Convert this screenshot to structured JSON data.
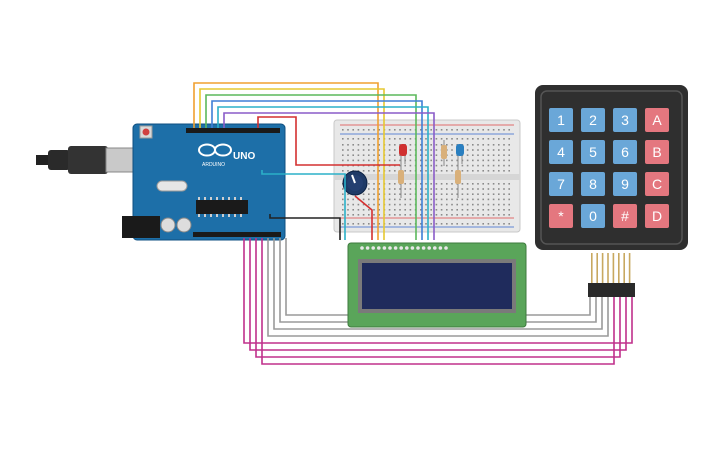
{
  "arduino": {
    "brand": "ARDUINO",
    "model": "UNO"
  },
  "keypad": {
    "keys": [
      "1",
      "2",
      "3",
      "A",
      "4",
      "5",
      "6",
      "B",
      "7",
      "8",
      "9",
      "C",
      "*",
      "0",
      "#",
      "D"
    ],
    "num_color": "#6aa7d8",
    "letter_color": "#e4777f",
    "body_color": "#2f2f2f"
  },
  "lcd": {
    "screen_color": "#1f2b5c",
    "board_color": "#5aa55a"
  },
  "wire_colors": {
    "orange": "#f0a030",
    "yellow": "#e6c830",
    "green": "#5cb85c",
    "blue": "#3f7fd6",
    "cyan": "#2bb0c8",
    "purple": "#8a5cc8",
    "red": "#d43030",
    "magenta": "#c0308c",
    "gray": "#9a9a9a",
    "black": "#222222"
  }
}
